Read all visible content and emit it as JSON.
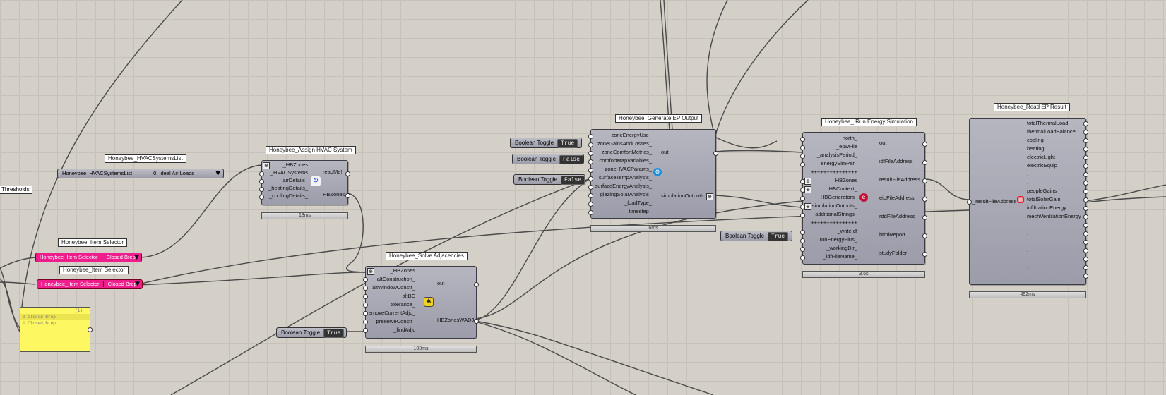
{
  "edge_label": "Thresholds",
  "hvac_list": {
    "title": "Honeybee_HVACSystemsList",
    "name": "Honeybee_HVACSystemsList",
    "value": "0. Ideal Air Loads"
  },
  "assign_hvac": {
    "title": "Honeybee_Assign HVAC System",
    "inputs": [
      "_HBZones",
      "_HVACSystems",
      "_airDetails_",
      "_heatingDetails_",
      "_coolingDetails_"
    ],
    "outputs": [
      "readMe!",
      "HBZones"
    ],
    "timer": "18ms"
  },
  "item_selector_1": {
    "title": "Honeybee_Item Selector",
    "name": "Honeybee_Item Selector",
    "value": "Closed Brep"
  },
  "item_selector_2": {
    "title": "Honeybee_Item Selector",
    "name": "Honeybee_Item Selector",
    "value": "Closed Brep"
  },
  "panel": {
    "header": "(1)",
    "rows": [
      "0 Closed Brep",
      "1 Closed Brep"
    ]
  },
  "solve_adj": {
    "title": "Honeybee_Solve Adjacencies",
    "inputs": [
      "_HBZones",
      "altConstruction_",
      "altWindowConstr_",
      "altBC",
      "tolerance_",
      "removeCurrentAdjc_",
      "preserveConstr_",
      "_findAdjc"
    ],
    "outputs": [
      "out",
      "HBZonesWADJ"
    ],
    "timer": "103ms"
  },
  "toggle_solve": {
    "label": "Boolean Toggle",
    "value": "True"
  },
  "gen_output": {
    "title": "Honeybee_Generate EP Output",
    "inputs": [
      "zoneEnergyUse_",
      "zoneGainsAndLosses_",
      "zoneComfortMetrics_",
      "comfortMapVariables_",
      "zoneHVACParams_",
      "surfaceTempAnalysis_",
      "surfaceEnergyAnalysis_",
      "_glazingSolarAnalysis_",
      "_loadType_",
      "timestep_"
    ],
    "outputs": [
      "out",
      "simulationOutputs"
    ],
    "timer": "6ms"
  },
  "toggle_gen_1": {
    "label": "Boolean Toggle",
    "value": "True"
  },
  "toggle_gen_2": {
    "label": "Boolean Toggle",
    "value": "False"
  },
  "toggle_gen_3": {
    "label": "Boolean Toggle",
    "value": "False"
  },
  "run_sim": {
    "title": "Honeybee_ Run Energy Simulation",
    "inputs": [
      "north_",
      "_epwFile",
      "_analysisPeriod_",
      "_energySimPar_",
      "+++++++++++++++",
      "_HBZones",
      "HBContext_",
      "HBGenerators_",
      "simulationOutputs_",
      "additionalStrings_",
      "+++++++++++++++",
      "_writeIdf",
      "runEnergyPlus_",
      "_workingDir_",
      "_idfFileName_"
    ],
    "outputs": [
      "out",
      "idfFileAddress",
      "resultFileAddress",
      "eioFileAddress",
      "rddFileAddress",
      "htmlReport",
      "studyFolder"
    ],
    "timer": "3.6s"
  },
  "toggle_run": {
    "label": "Boolean Toggle",
    "value": "True"
  },
  "read_result": {
    "title": "Honeybee_Read EP Result",
    "input": "_resultFileAddress",
    "outputs": [
      "totalThermalLoad",
      "thermalLoadBalance",
      "cooling",
      "heating",
      "electricLight",
      "electricEquip",
      ".",
      ".",
      "peopleGains",
      "totalSolarGain",
      "infiltrationEnergy",
      "mechVentilationEnergy",
      ".",
      ".",
      ".",
      ".",
      ".",
      ".",
      "."
    ],
    "timer": "492ms"
  },
  "colors": {
    "canvas": "#d4d0c8",
    "component": "#a8a8b4",
    "selector": "#ee1e8c",
    "panel": "#fdf761",
    "wire": "#444444"
  }
}
